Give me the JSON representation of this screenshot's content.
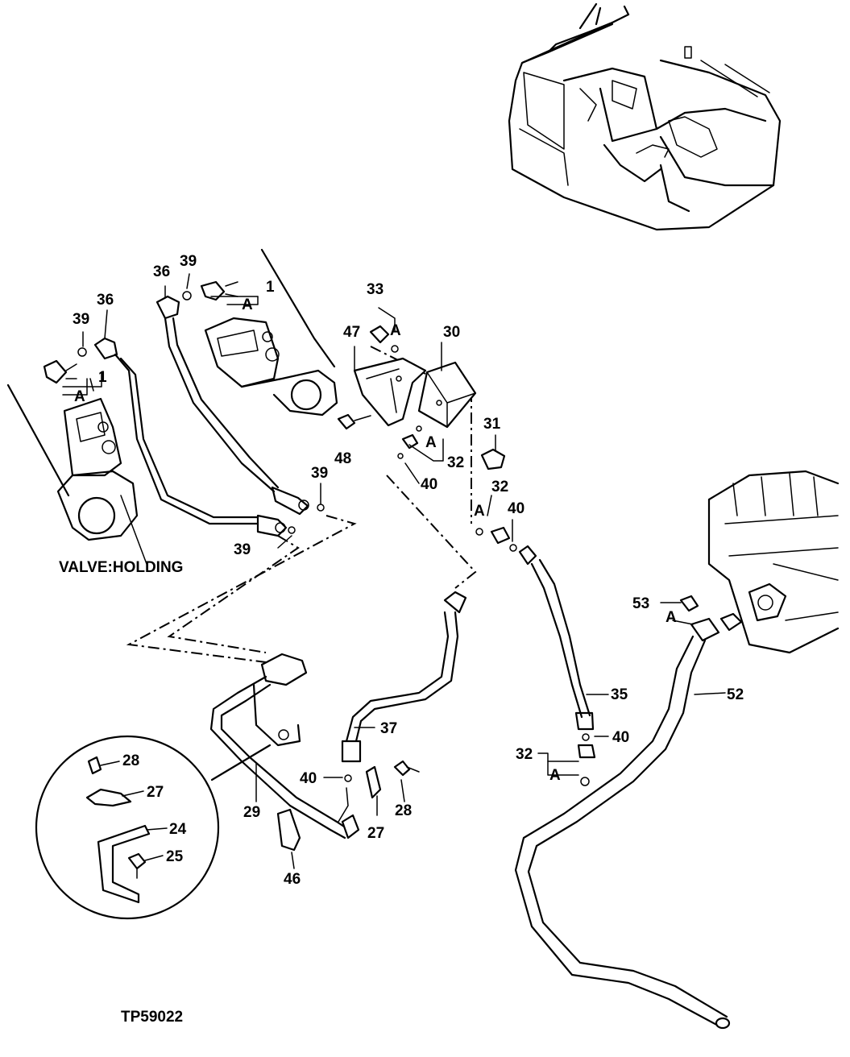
{
  "drawing_id": "TP59022",
  "caption": "VALVE:HOLDING",
  "callouts": {
    "n1a": "1",
    "n1b": "1",
    "n24": "24",
    "n25": "25",
    "n27a": "27",
    "n27b": "27",
    "n28a": "28",
    "n28b": "28",
    "n29": "29",
    "n30": "30",
    "n31": "31",
    "n32a": "32",
    "n32b": "32",
    "n32c": "32",
    "n33": "33",
    "n35": "35",
    "n36a": "36",
    "n36b": "36",
    "n37": "37",
    "n39a": "39",
    "n39b": "39",
    "n39c": "39",
    "n39d": "39",
    "n40a": "40",
    "n40b": "40",
    "n40c": "40",
    "n40d": "40",
    "n46": "46",
    "n47": "47",
    "n48": "48",
    "n52": "52",
    "n53": "53",
    "a1": "A",
    "a2": "A",
    "a3": "A",
    "a4": "A",
    "a5": "A",
    "a6": "A",
    "a7": "A"
  }
}
